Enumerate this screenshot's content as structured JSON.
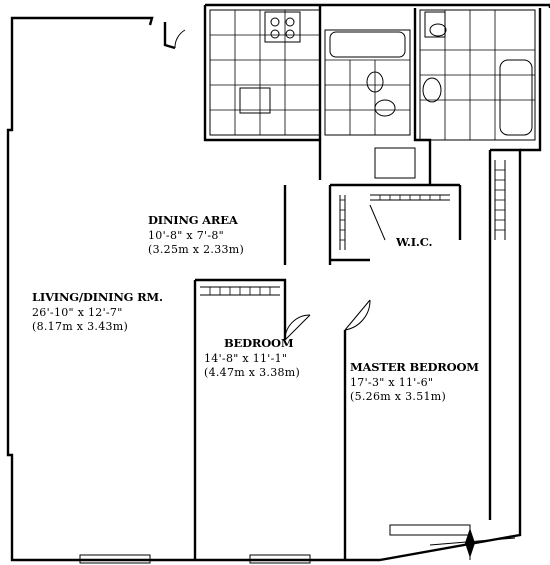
{
  "rooms": {
    "dining": {
      "name": "DINING AREA",
      "dim_ft": "10'-8\" x 7'-8\"",
      "dim_m": "(3.25m x 2.33m)"
    },
    "living": {
      "name": "LIVING/DINING RM.",
      "dim_ft": "26'-10\" x 12'-7\"",
      "dim_m": "(8.17m x 3.43m)"
    },
    "bedroom": {
      "name": "BEDROOM",
      "dim_ft": "14'-8\" x 11'-1\"",
      "dim_m": "(4.47m x 3.38m)"
    },
    "master": {
      "name": "MASTER BEDROOM",
      "dim_ft": "17'-3\" x 11'-6\"",
      "dim_m": "(5.26m x 3.51m)"
    },
    "wic": {
      "name": "W.I.C."
    }
  },
  "compass": {
    "icon": "compass-rose-icon"
  }
}
